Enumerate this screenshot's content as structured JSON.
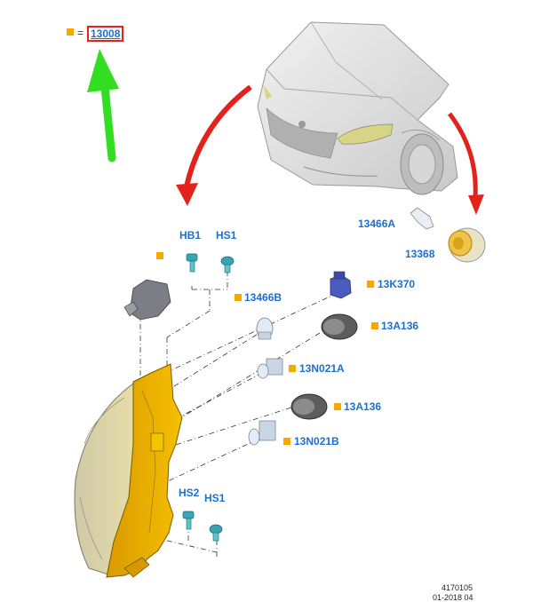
{
  "key": {
    "equals": "=",
    "part_ref": "13008"
  },
  "labels": {
    "hb1": "HB1",
    "hs1_top": "HS1",
    "p13466b": "13466B",
    "p13k370": "13K370",
    "p13a136_top": "13A136",
    "p13n021a": "13N021A",
    "p13a136_bottom": "13A136",
    "p13n021b": "13N021B",
    "hs2": "HS2",
    "hs1_bottom": "HS1",
    "p13466a": "13466A",
    "p13368": "13368"
  },
  "footer": {
    "illustration_number": "4170105",
    "date": "01-2018 04"
  },
  "colors": {
    "callout": "#f7a800",
    "label": "#1e6fd0",
    "arrow_red": "#e3221b",
    "arrow_green": "#33dd22",
    "housing": "#f0b400"
  }
}
